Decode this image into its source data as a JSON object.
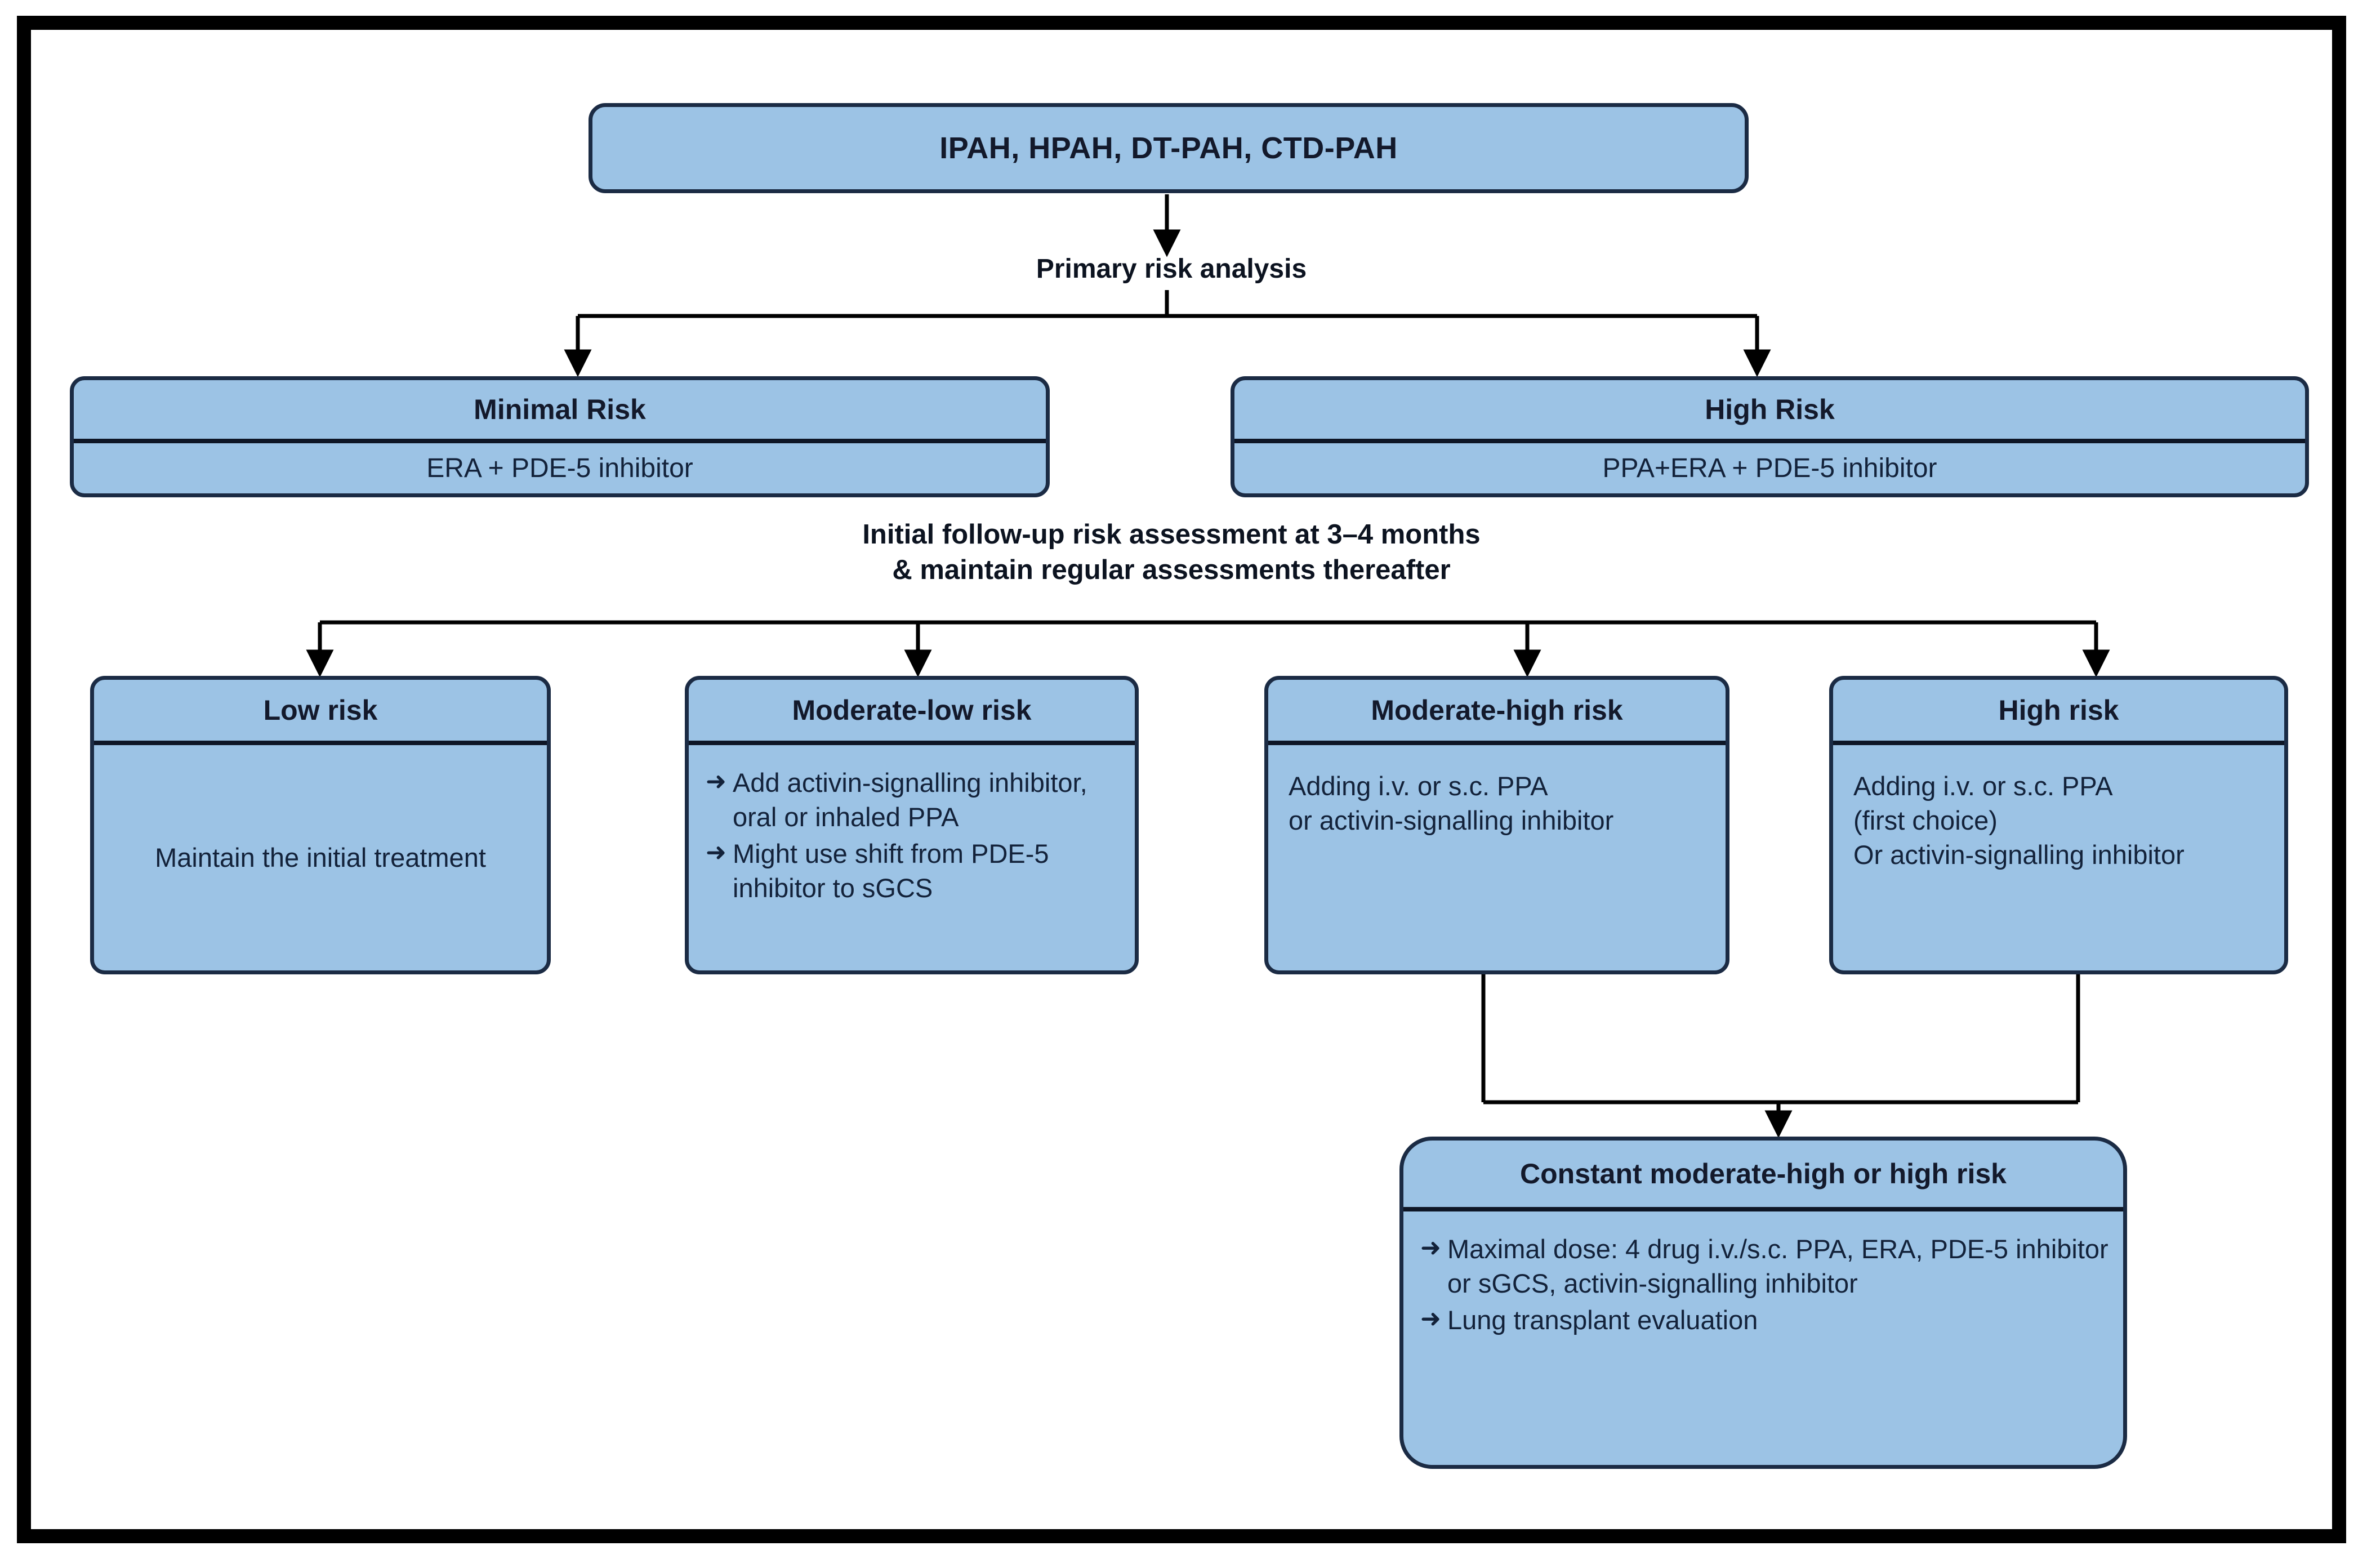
{
  "figure": {
    "type": "clinical-treatment-algorithm-flowchart",
    "title_box": {
      "label": "IPAH, HPAH, DT-PAH, CTD-PAH"
    },
    "edge_labels": {
      "primary_risk_analysis": "Primary risk analysis",
      "followup_assessment": "Initial follow-up risk assessment at 3–4 months\n& maintain regular assessments thereafter"
    },
    "risk_strata_initial": [
      {
        "title": "Minimal Risk",
        "body": "ERA + PDE-5 inhibitor"
      },
      {
        "title": "High Risk",
        "body": "PPA+ERA + PDE-5 inhibitor"
      }
    ],
    "risk_strata_followup": [
      {
        "title": "Low risk",
        "body": "Maintain the initial treatment",
        "bullets": []
      },
      {
        "title": "Moderate-low risk",
        "body": "",
        "bullets": [
          "Add activin-signalling inhibitor, oral or inhaled PPA",
          "Might use shift from PDE-5 inhibitor to sGCS"
        ]
      },
      {
        "title": "Moderate-high risk",
        "body": "Adding  i.v. or s.c. PPA\nor activin-signalling inhibitor",
        "bullets": []
      },
      {
        "title": "High risk",
        "body": "Adding i.v. or s.c. PPA\n(first choice)\nOr activin-signalling inhibitor",
        "bullets": []
      }
    ],
    "terminal_node": {
      "title": "Constant moderate-high or high risk",
      "bullets": [
        "Maximal dose: 4 drug i.v./s.c. PPA, ERA, PDE-5 inhibitor or sGCS, activin-signalling inhibitor",
        "Lung transplant evaluation"
      ]
    },
    "bullet_marker": "➜",
    "colors": {
      "node_fill": "#9CC3E5",
      "node_border": "#1B2B44",
      "text": "#13223a",
      "frame": "#000000",
      "connector": "#000000"
    }
  }
}
